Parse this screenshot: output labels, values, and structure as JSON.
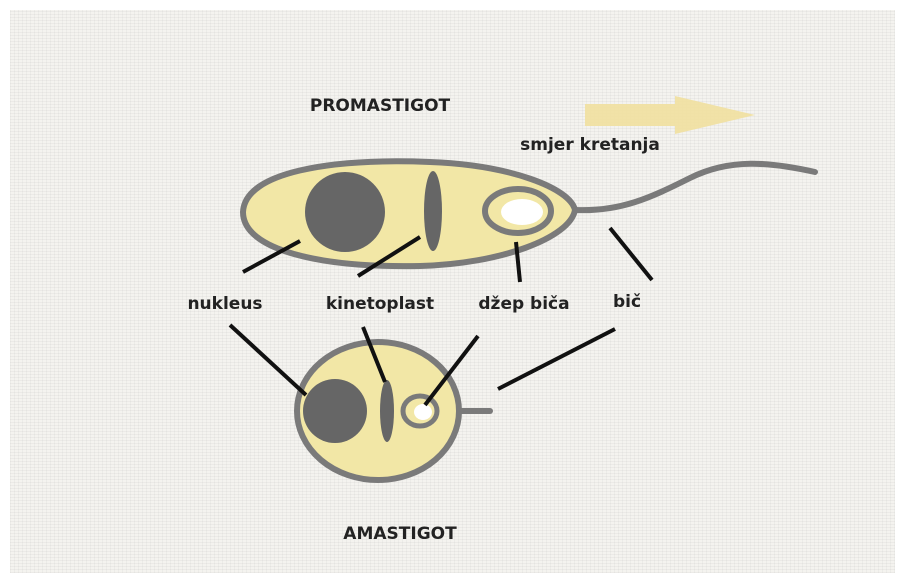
{
  "title_top": "PROMASTIGOT",
  "title_bottom": "AMASTIGOT",
  "direction_label": "smjer kretanja",
  "labels": {
    "nucleus": "nukleus",
    "kinetoplast": "kinetoplast",
    "flagellar_pocket": "džep biča",
    "flagellum": "bič"
  },
  "colors": {
    "cell_fill": "#f2e7a6",
    "outline": "#7a7a7a",
    "organelle": "#666666",
    "leader_line": "#111111",
    "arrow": "#f1e09e"
  }
}
